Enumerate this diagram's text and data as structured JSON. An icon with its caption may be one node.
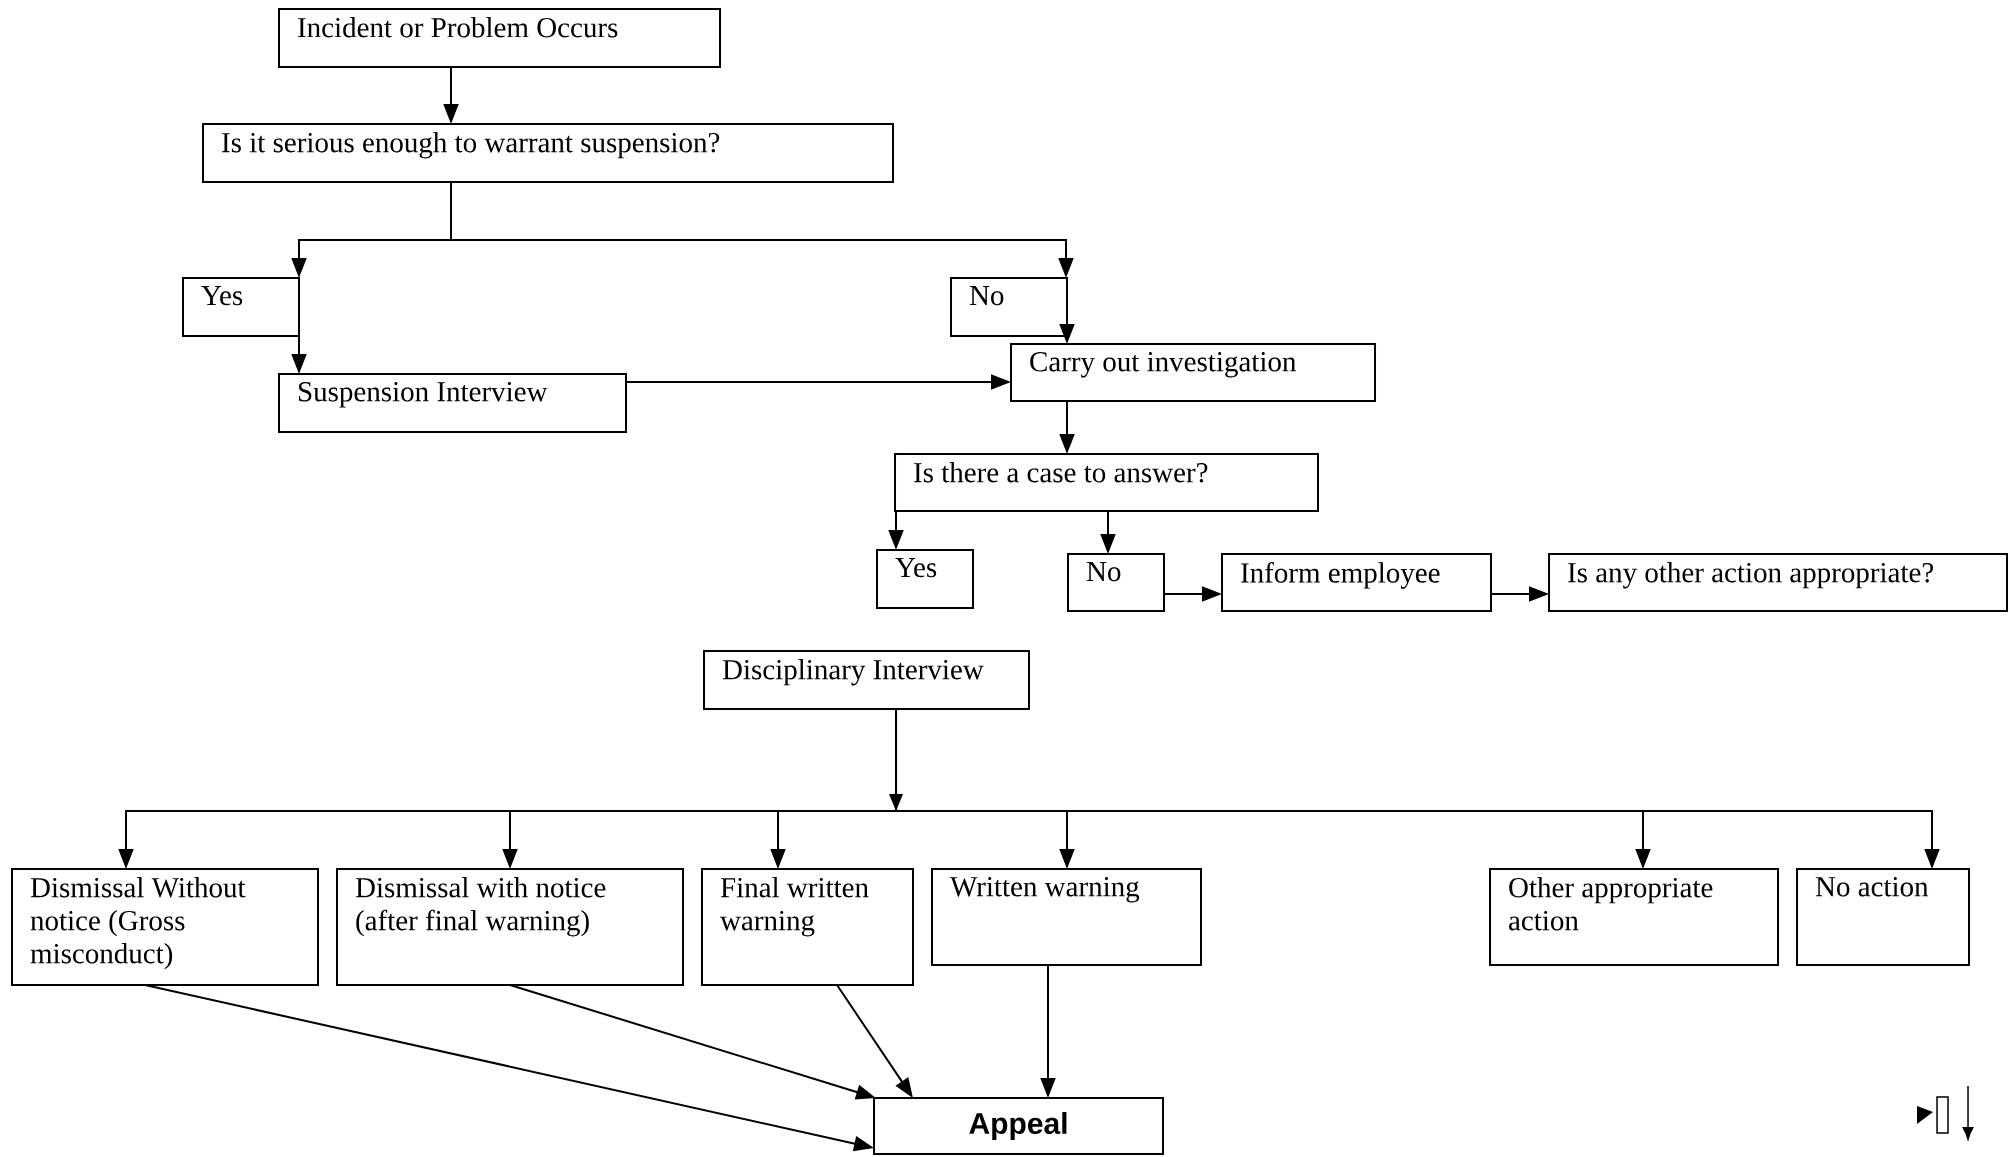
{
  "diagram": {
    "nodes": [
      {
        "text": [
          "Incident or Problem Occurs"
        ]
      },
      {
        "text": [
          "Is it serious enough to warrant suspension?"
        ]
      },
      {
        "text": [
          "Yes"
        ]
      },
      {
        "text": [
          "No"
        ]
      },
      {
        "text": [
          "Suspension Interview"
        ]
      },
      {
        "text": [
          "Carry out investigation"
        ]
      },
      {
        "text": [
          "Is there a case to answer?"
        ]
      },
      {
        "text": [
          "Yes"
        ]
      },
      {
        "text": [
          "No"
        ]
      },
      {
        "text": [
          "Inform employee"
        ]
      },
      {
        "text": [
          "Is any other action appropriate?"
        ]
      },
      {
        "text": [
          "Disciplinary Interview"
        ]
      },
      {
        "text": [
          "Dismissal Without notice (Gross misconduct)"
        ]
      },
      {
        "text": [
          "Dismissal with notice (after final warning)"
        ]
      },
      {
        "text": [
          "Final written warning"
        ]
      },
      {
        "text": [
          "Written warning"
        ]
      },
      {
        "text": [
          "Other appropriate action"
        ]
      },
      {
        "text": [
          "No action"
        ]
      },
      {
        "text": [
          "Appeal"
        ]
      }
    ],
    "edges": [
      {
        "from": 0,
        "to": 1,
        "arrow": "to"
      },
      {
        "from": 1,
        "to": 2,
        "arrow": "to"
      },
      {
        "from": 1,
        "to": 3,
        "arrow": "to"
      },
      {
        "from": 2,
        "to": 4,
        "arrow": "to"
      },
      {
        "from": 3,
        "to": 5,
        "arrow": "to"
      },
      {
        "from": 4,
        "to": 5,
        "arrow": "to"
      },
      {
        "from": 5,
        "to": 6,
        "arrow": "to"
      },
      {
        "from": 6,
        "to": 7,
        "arrow": "to"
      },
      {
        "from": 6,
        "to": 8,
        "arrow": "to"
      },
      {
        "from": 8,
        "to": 9,
        "arrow": "to"
      },
      {
        "from": 9,
        "to": 10,
        "arrow": "to"
      },
      {
        "from": 11,
        "to": 12,
        "arrow": "to"
      },
      {
        "from": 11,
        "to": 13,
        "arrow": "to"
      },
      {
        "from": 11,
        "to": 14,
        "arrow": "to"
      },
      {
        "from": 11,
        "to": 15,
        "arrow": "to"
      },
      {
        "from": 11,
        "to": 16,
        "arrow": "to"
      },
      {
        "from": 11,
        "to": 17,
        "arrow": "to"
      },
      {
        "from": 12,
        "to": 18,
        "arrow": "to"
      },
      {
        "from": 13,
        "to": 18,
        "arrow": "to"
      },
      {
        "from": 14,
        "to": 18,
        "arrow": "to"
      },
      {
        "from": 15,
        "to": 18,
        "arrow": "to"
      }
    ]
  }
}
